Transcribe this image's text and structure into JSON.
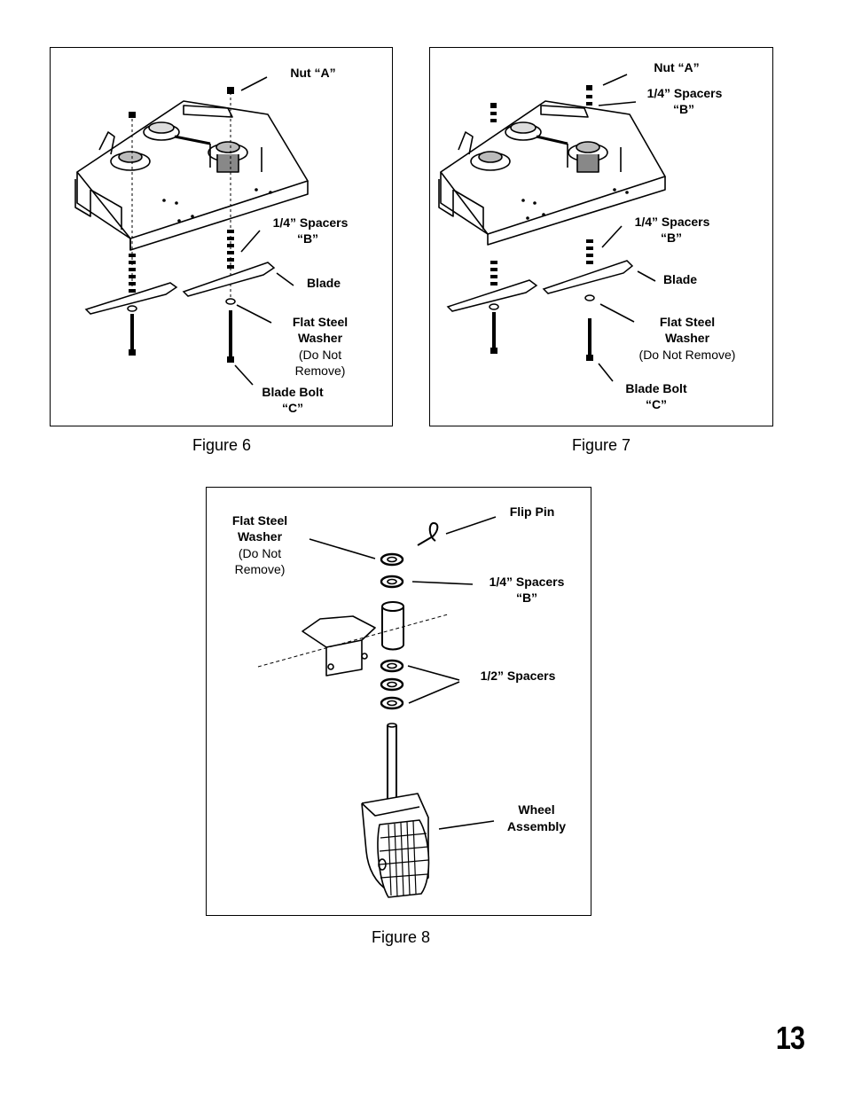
{
  "figure6": {
    "caption": "Figure 6",
    "labels": {
      "nut_a": "Nut “A”",
      "spacers": "1/4” Spacers",
      "spacers_b": "“B”",
      "blade": "Blade",
      "washer_line1": "Flat Steel",
      "washer_line2": "Washer",
      "washer_note1": "(Do Not",
      "washer_note2": "Remove)",
      "bolt_line1": "Blade Bolt",
      "bolt_line2": "“C”"
    }
  },
  "figure7": {
    "caption": "Figure 7",
    "labels": {
      "nut_a": "Nut “A”",
      "top_spacers": "1/4” Spacers",
      "top_spacers_b": "“B”",
      "spacers": "1/4” Spacers",
      "spacers_b": "“B”",
      "blade": "Blade",
      "washer_line1": "Flat Steel",
      "washer_line2": "Washer",
      "washer_note": "(Do Not Remove)",
      "bolt_line1": "Blade Bolt",
      "bolt_line2": "“C”"
    }
  },
  "figure8": {
    "caption": "Figure 8",
    "labels": {
      "washer_line1": "Flat Steel",
      "washer_line2": "Washer",
      "washer_note1": "(Do Not",
      "washer_note2": "Remove)",
      "flip_pin": "Flip Pin",
      "spacers": "1/4” Spacers",
      "spacers_b": "“B”",
      "half_spacers": "1/2” Spacers",
      "wheel_line1": "Wheel",
      "wheel_line2": "Assembly"
    }
  },
  "page_number": "13"
}
